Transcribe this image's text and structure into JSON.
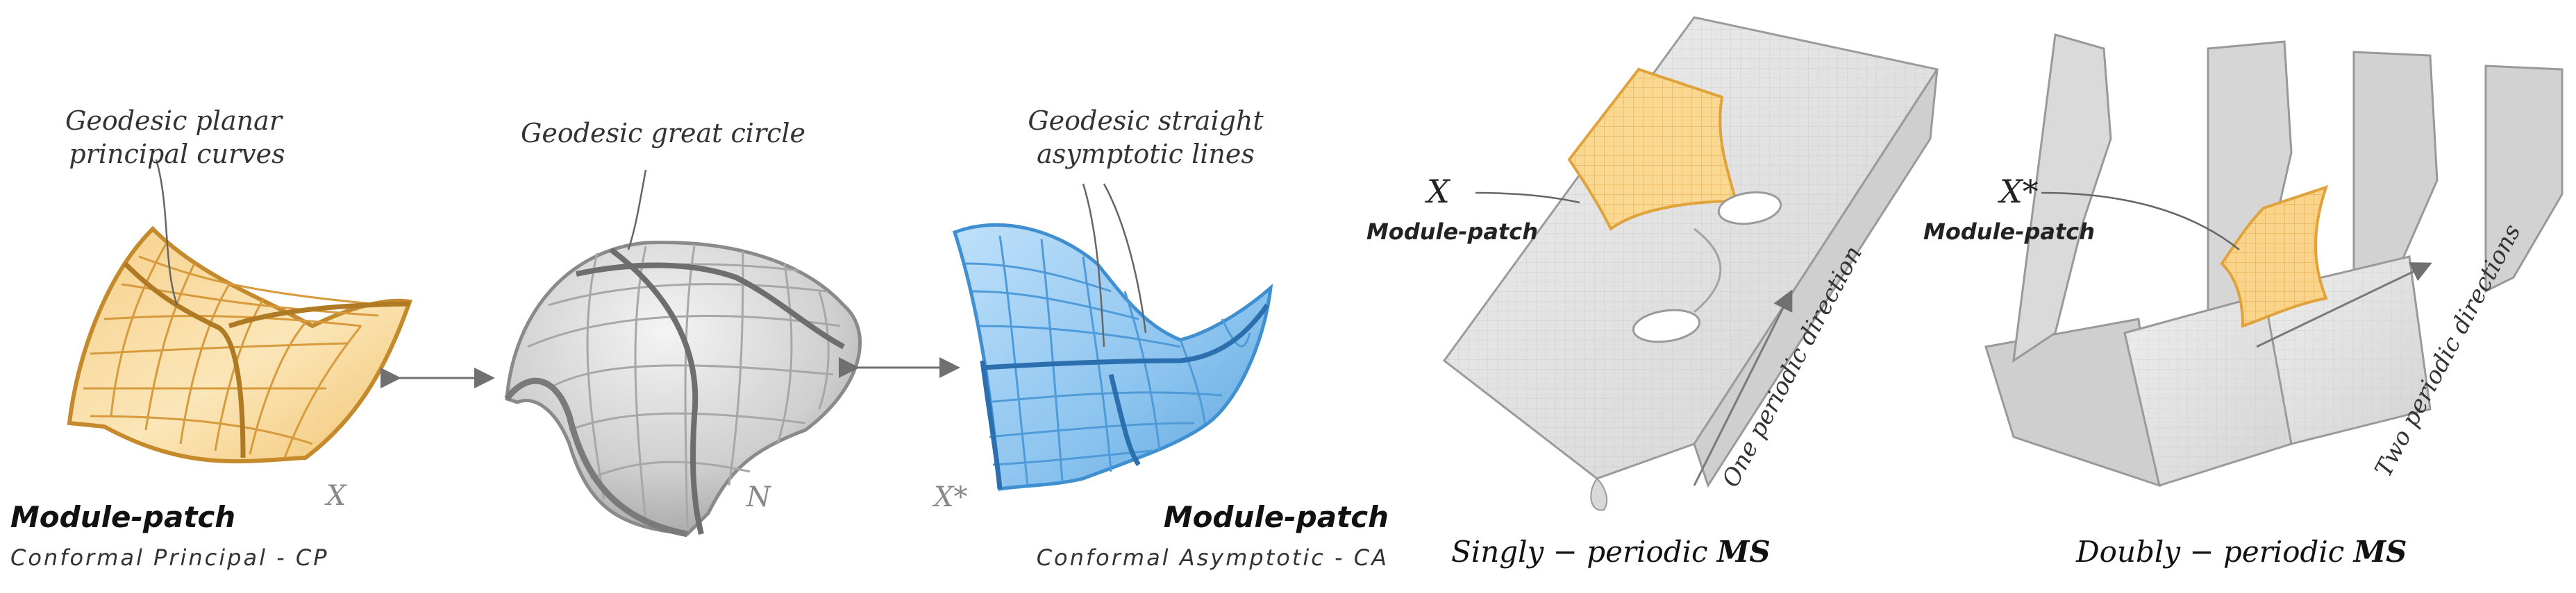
{
  "panel_cp": {
    "callout": [
      "Geodesic planar",
      "principal curves"
    ],
    "symbol": "X",
    "title": "Module-patch",
    "subtitle": "Conformal Principal - CP"
  },
  "panel_sphere": {
    "callout": "Geodesic great circle",
    "symbol": "N"
  },
  "panel_ca": {
    "callout": [
      "Geodesic straight",
      "asymptotic lines"
    ],
    "symbol": "X*",
    "title": "Module-patch",
    "subtitle": "Conformal Asymptotic - CA"
  },
  "panel_singly": {
    "symbol": "X",
    "label": "Module-patch",
    "direction": "One periodic direction",
    "caption_prefix": "Singly − periodic ",
    "caption_bold": "MS"
  },
  "panel_doubly": {
    "symbol": "X*",
    "label": "Module-patch",
    "direction": "Two periodic directions",
    "caption_prefix": "Doubly − periodic ",
    "caption_bold": "MS"
  },
  "colors": {
    "gold": "#e3a33a",
    "gold_dark": "#c58a2c",
    "blue": "#6fb1e6",
    "blue_dark": "#2f78b8",
    "sphere": "#c9c9c9",
    "surface": "#e2e2e2"
  }
}
